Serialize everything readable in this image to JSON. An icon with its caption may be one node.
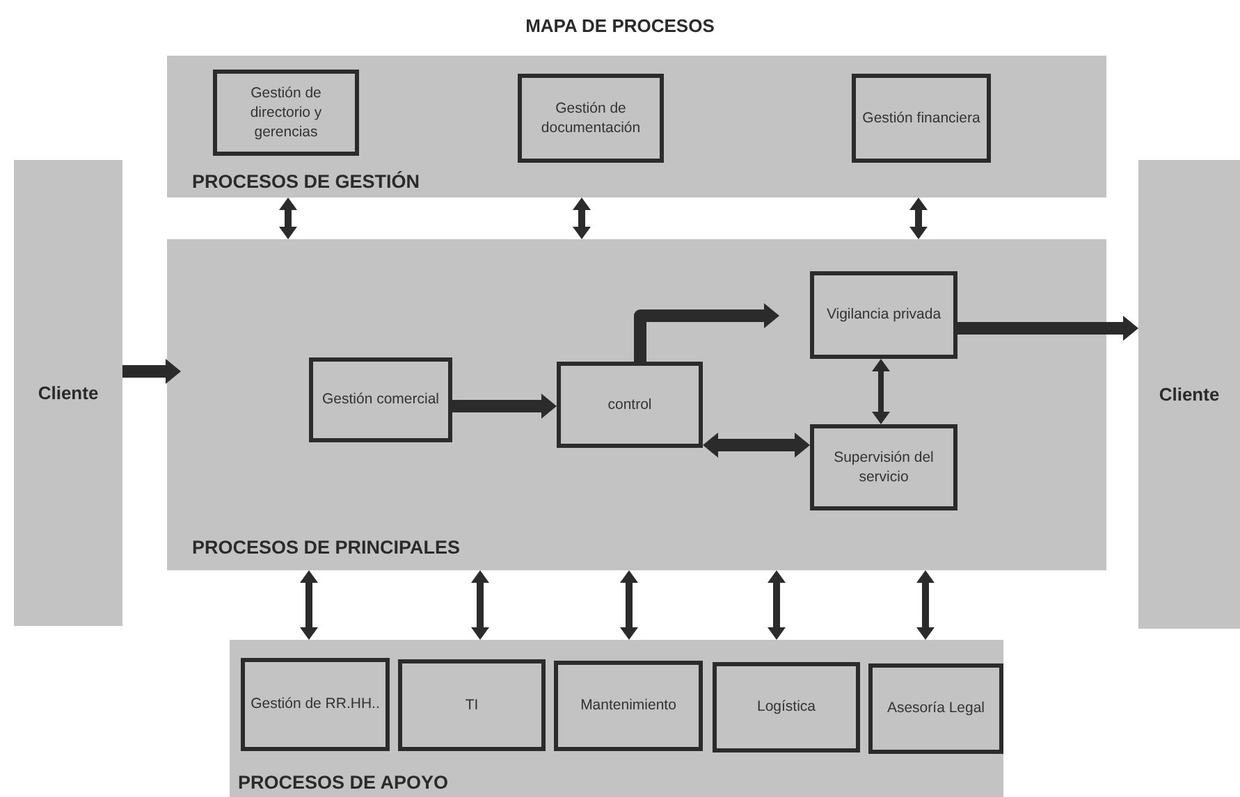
{
  "diagram": {
    "title": "MAPA DE PROCESOS",
    "nodes": [
      {
        "text": [
          "PROCESOS DE GESTIÓN"
        ]
      },
      {
        "text": [
          "Gestión de directorio y gerencias"
        ],
        "in": 0
      },
      {
        "text": [
          "Gestión de documentación"
        ],
        "in": 0
      },
      {
        "text": [
          "Gestión financiera"
        ],
        "in": 0
      },
      {
        "text": [
          "PROCESOS DE PRINCIPALES"
        ]
      },
      {
        "text": [
          "Gestión comercial"
        ],
        "in": 4
      },
      {
        "text": [
          "control"
        ],
        "in": 4
      },
      {
        "text": [
          "Vigilancia privada"
        ],
        "in": 4
      },
      {
        "text": [
          "Supervisión del servicio"
        ],
        "in": 4
      },
      {
        "text": [
          "PROCESOS DE APOYO"
        ]
      },
      {
        "text": [
          "Gestión de RR.HH.."
        ],
        "in": 9
      },
      {
        "text": [
          "TI"
        ],
        "in": 9
      },
      {
        "text": [
          "Mantenimiento"
        ],
        "in": 9
      },
      {
        "text": [
          "Logística"
        ],
        "in": 9
      },
      {
        "text": [
          "Asesoría Legal"
        ],
        "in": 9
      },
      {
        "text": [
          "Cliente"
        ]
      },
      {
        "text": [
          "Cliente"
        ]
      }
    ],
    "edges": [
      {
        "from": 0,
        "to": 4,
        "arrow": "both"
      },
      {
        "from": 0,
        "to": 4,
        "arrow": "both"
      },
      {
        "from": 0,
        "to": 4,
        "arrow": "both"
      },
      {
        "from": 15,
        "to": 4,
        "arrow": "to",
        "style": "thick"
      },
      {
        "from": 5,
        "to": 6,
        "arrow": "to",
        "style": "thick"
      },
      {
        "from": 6,
        "to": 7,
        "arrow": "to",
        "style": "thick"
      },
      {
        "from": 6,
        "to": 8,
        "arrow": "both",
        "style": "thick"
      },
      {
        "from": 7,
        "to": 8,
        "arrow": "both"
      },
      {
        "from": 7,
        "to": 16,
        "arrow": "to",
        "style": "thick"
      },
      {
        "from": 4,
        "to": 9,
        "arrow": "both"
      },
      {
        "from": 4,
        "to": 9,
        "arrow": "both"
      },
      {
        "from": 4,
        "to": 9,
        "arrow": "both"
      },
      {
        "from": 4,
        "to": 9,
        "arrow": "both"
      },
      {
        "from": 4,
        "to": 9,
        "arrow": "both"
      }
    ]
  }
}
